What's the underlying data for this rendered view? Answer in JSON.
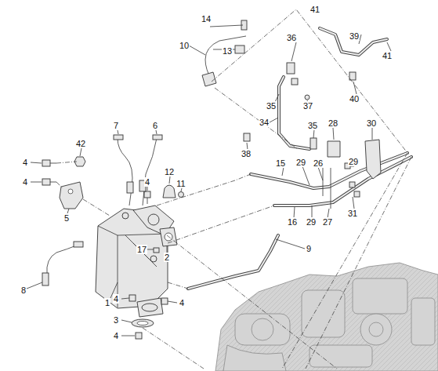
{
  "diagram": {
    "labels": [
      "41",
      "14",
      "10",
      "13",
      "36",
      "39",
      "41",
      "35",
      "37",
      "40",
      "34",
      "35",
      "28",
      "30",
      "38",
      "7",
      "6",
      "42",
      "4",
      "4",
      "5",
      "12",
      "11",
      "4",
      "15",
      "29",
      "26",
      "29",
      "31",
      "16",
      "29",
      "27",
      "9",
      "17",
      "2",
      "8",
      "1",
      "4",
      "4",
      "3",
      "4"
    ]
  }
}
